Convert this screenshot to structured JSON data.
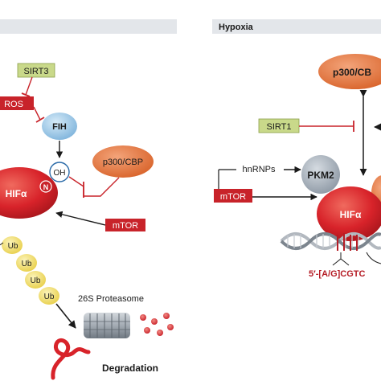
{
  "left_panel": {
    "header": "",
    "labels": {
      "sirt3": "SIRT3",
      "ros": "ROS",
      "fih": "FIH",
      "oh": "OH",
      "p300": "p300/CBP",
      "hif": "HIFα",
      "n": "N",
      "mtor": "mTOR",
      "ub": [
        "Ub",
        "Ub",
        "Ub",
        "Ub"
      ],
      "proteasome": "26S Proteasome",
      "degradation": "Degradation"
    }
  },
  "right_panel": {
    "header": "Hypoxia",
    "labels": {
      "p300": "p300/CB",
      "sirt1": "SIRT1",
      "hnrnps": "hnRNPs",
      "pkm2": "PKM2",
      "mtor": "mTOR",
      "hif": "HIFα",
      "hre": "5′-[A/G]CGTC"
    }
  },
  "colors": {
    "hif_red": "#d8232a",
    "box_red": "#c8232a",
    "sirt_green": "#c9d98a",
    "fih_blue": "#9dc7e6",
    "p300_orange": "#e4763a",
    "ub_yellow": "#f3e27a",
    "header_gray": "#e3e6ea",
    "pkm2_gray": "#a9b2bc",
    "dna_red": "#b51c25"
  }
}
